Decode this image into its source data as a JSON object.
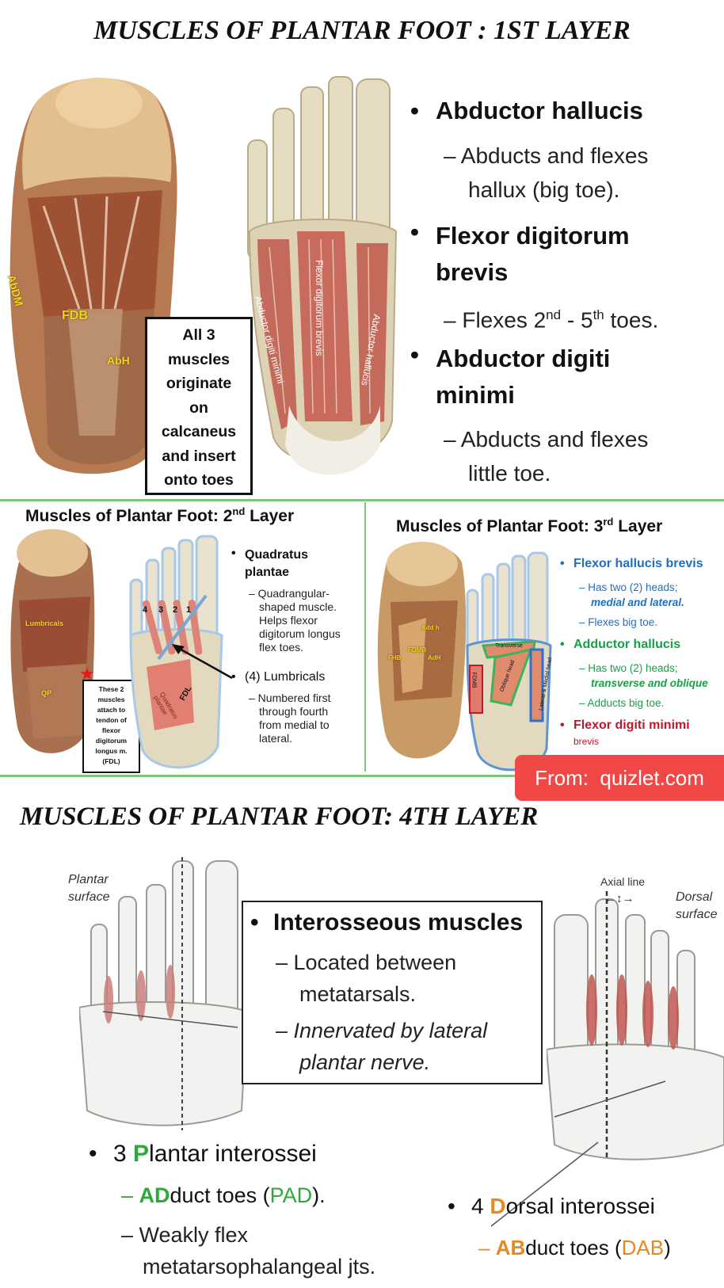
{
  "layer1": {
    "title": "MUSCLES OF PLANTAR FOOT : 1ST LAYER",
    "photo_labels": {
      "abdm": "AbDM",
      "fdb": "FDB",
      "abh": "AbH"
    },
    "note": [
      "All 3",
      "muscles",
      "originate",
      "on",
      "calcaneus",
      "and insert",
      "onto toes"
    ],
    "drawing_labels": {
      "fdb": "Flexor digitorum brevis",
      "adm": "Abductor digiti minimi",
      "ah": "Abductor hallucis"
    },
    "bullets": [
      {
        "title": "Abductor hallucis",
        "detail": [
          "– Abducts and flexes",
          "hallux (big toe)."
        ]
      },
      {
        "title": [
          "Flexor digitorum",
          "brevis"
        ],
        "detail": [
          "– Flexes 2nd - 5th toes."
        ]
      },
      {
        "title": [
          "Abductor digiti",
          "minimi"
        ],
        "detail": [
          "– Abducts and flexes",
          "little toe."
        ]
      }
    ]
  },
  "layer2": {
    "title": "Muscles of Plantar Foot: 2nd Layer",
    "photo_labels": {
      "lumbricals": "Lumbricals",
      "qp": "QP"
    },
    "note": [
      "These 2",
      "muscles",
      "attach to",
      "tendon of",
      "flexor",
      "digitorum",
      "longus m.",
      "(FDL)"
    ],
    "numbers": [
      "4",
      "3",
      "2",
      "1"
    ],
    "drawing_labels": {
      "fdl": "FDL",
      "qp": "Quadratus plantae"
    },
    "bullets": [
      {
        "title": [
          "Quadratus",
          "plantae"
        ],
        "detail": [
          "– Quadrangular-",
          "shaped muscle.",
          "Helps flexor",
          "digitorum longus",
          "flex toes."
        ]
      },
      {
        "title": "(4) Lumbricals",
        "detail": [
          "– Numbered first",
          "through fourth",
          "from medial to",
          "lateral."
        ]
      }
    ]
  },
  "layer3": {
    "title": "Muscles of Plantar Foot: 3rd Layer",
    "photo_labels": {
      "a": "Add h",
      "b": "FHB",
      "c": "FDMB",
      "d": "AdH"
    },
    "drawing_labels": {
      "transverse": "Transverse",
      "oblique": "Oblique head",
      "fdm": "FDMB",
      "lat": "Lateral & Medial head"
    },
    "bullets": [
      {
        "title": "Flexor hallucis brevis",
        "color": "#1f6fc0",
        "detail": [
          "– Has two (2) heads;",
          "medial and lateral.",
          "– Flexes big toe."
        ]
      },
      {
        "title": "Adductor hallucis",
        "color": "#17a046",
        "detail": [
          "– Has two (2) heads;",
          "transverse and oblique",
          "– Adducts big toe."
        ]
      },
      {
        "title": "Flexor digiti minimi",
        "color": "#c0182a",
        "detail": [
          "brevis"
        ]
      }
    ]
  },
  "source_badge": "From:  quizlet.com",
  "layer4": {
    "title": "MUSCLES OF PLANTAR FOOT: 4TH LAYER",
    "plantar_label": [
      "Plantar",
      "surface"
    ],
    "axial_label": "Axial line",
    "dorsal_label": [
      "Dorsal",
      "surface"
    ],
    "box": {
      "title": "Interosseous muscles",
      "detail": [
        "– Located between",
        "metatarsals.",
        "– Innervated by lateral",
        "plantar nerve."
      ]
    },
    "plantar": {
      "n": "3 ",
      "p_letter": "P",
      "rest": "lantar interossei",
      "sub1_a": "– ",
      "sub1_ad": "AD",
      "sub1_b": "duct toes (",
      "sub1_pad": "PAD",
      "sub1_c": ").",
      "sub2": [
        "– Weakly flex",
        "metatarsophalangeal jts."
      ]
    },
    "dorsal": {
      "n": "4 ",
      "d_letter": "D",
      "rest": "orsal interossei",
      "sub1_a": "– ",
      "sub1_ab": "AB",
      "sub1_b": "duct toes (",
      "sub1_dab": "DAB",
      "sub1_c": ")"
    }
  },
  "colors": {
    "green": "#2fa83a",
    "orange": "#e58a1f",
    "badge": "#f04747"
  }
}
